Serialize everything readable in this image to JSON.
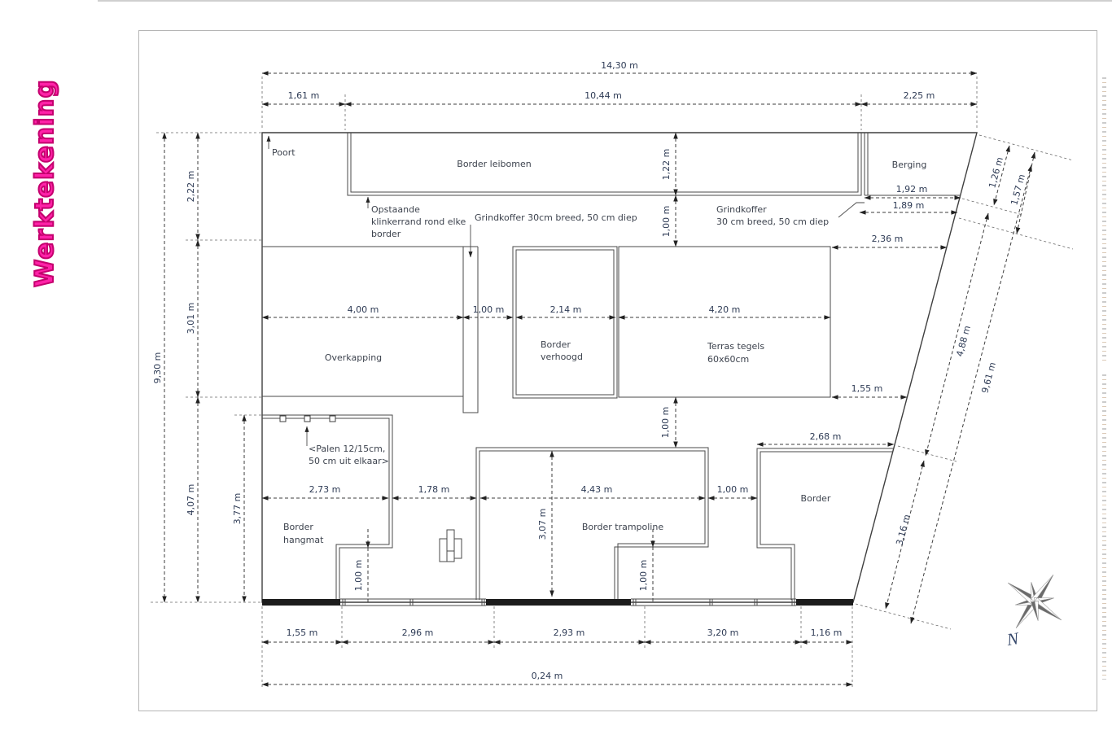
{
  "page": {
    "title_vertical": "Werktekening"
  },
  "areas": {
    "leibomen": "Border leibomen",
    "berging": "Berging",
    "overkapping": "Overkapping",
    "verhoogd1": "Border",
    "verhoogd2": "verhoogd",
    "terras1": "Terras tegels",
    "terras2": "60x60cm",
    "hangmat1": "Border",
    "hangmat2": "hangmat",
    "trampoline": "Border trampoline",
    "border_right": "Border"
  },
  "notes": {
    "poort": "Poort",
    "opstaande1": "Opstaande",
    "opstaande2": "klinkerrand rond elke",
    "opstaande3": "border",
    "grind_left": "Grindkoffer 30cm breed, 50 cm diep",
    "grind_right1": "Grindkoffer",
    "grind_right2": "30 cm breed, 50 cm diep",
    "palen1": "<Palen 12/15cm,",
    "palen2": "50 cm uit elkaar>",
    "north": "N"
  },
  "dims": {
    "top_total": "14,30 m",
    "top_a": "1,61 m",
    "top_b": "10,44 m",
    "top_c": "2,25 m",
    "left_total": "9,30 m",
    "left_a": "2,22 m",
    "left_b": "3,01 m",
    "left_c": "4,07 m",
    "hangmat_h": "3,77 m",
    "leibomen_d": "1,22 m",
    "leibomen_gap": "1,00 m",
    "berging_w": "1,92 m",
    "berging_w2": "1,89 m",
    "slant_a": "1,26 m",
    "slant_b": "1,57 m",
    "slant_mid": "4,88 m",
    "slant_low": "3,16 m",
    "slant_total": "9,61 m",
    "terras_r_top": "2,36 m",
    "terras_r_bot": "1,55 m",
    "overkapping_w": "4,00 m",
    "strip_gap": "1,00 m",
    "verhoogd_w": "2,14 m",
    "terras_w": "4,20 m",
    "terras_gap": "1,00 m",
    "hangmat_w": "2,73 m",
    "mid_gap": "1,78 m",
    "trampoline_w": "4,43 m",
    "trampoline_gap": "1,00 m",
    "trampoline_h": "3,07 m",
    "border_w": "2,68 m",
    "hangmat_notch": "1,00 m",
    "trampoline_notch": "1,00 m",
    "bot_a": "1,55 m",
    "bot_b": "2,96 m",
    "bot_c": "2,93 m",
    "bot_d": "3,20 m",
    "bot_e": "1,16 m",
    "bot_total": "0,24 m"
  },
  "colors": {
    "accent": "#ff22a8",
    "line": "#3f3f3f",
    "dim_text": "#2e3b55"
  }
}
